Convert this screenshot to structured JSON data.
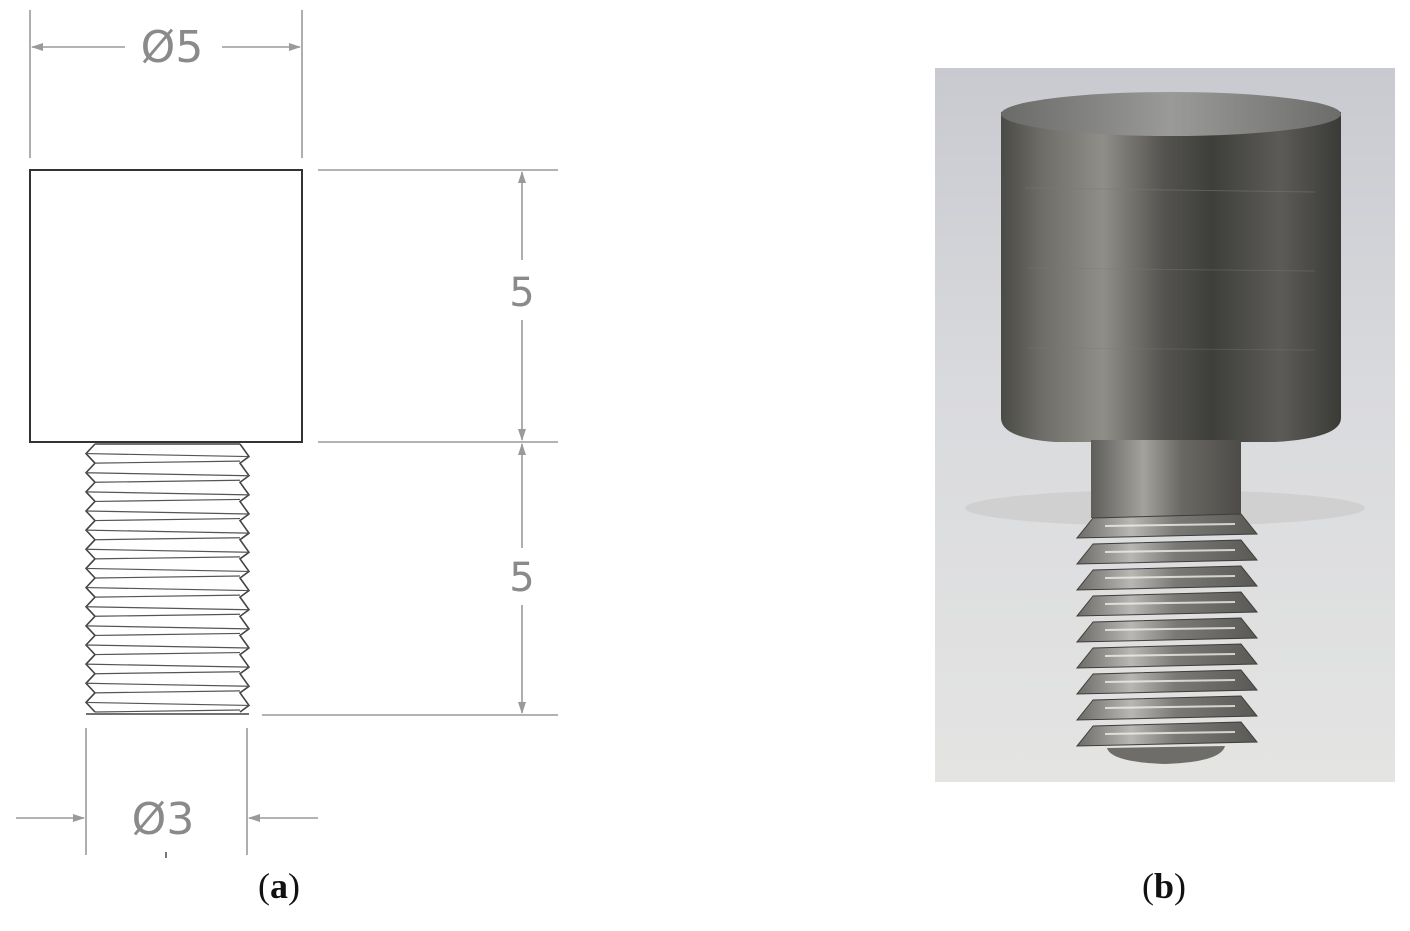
{
  "figure": {
    "panel_a": {
      "dimensions": {
        "head_diameter": "5",
        "head_height": "5",
        "thread_length": "5",
        "thread_diameter": "3"
      },
      "diameter_symbol": "Ø",
      "caption": {
        "open": "(",
        "letter": "a",
        "close": ")"
      }
    },
    "panel_b": {
      "caption": {
        "open": "(",
        "letter": "b",
        "close": ")"
      }
    },
    "colors": {
      "drawing_line": "#333333",
      "dimension_line": "#9a9a9a",
      "dimension_text": "#8a8a8a",
      "photo_background": "#d7d8dc",
      "metal": "#5a5a57"
    }
  }
}
